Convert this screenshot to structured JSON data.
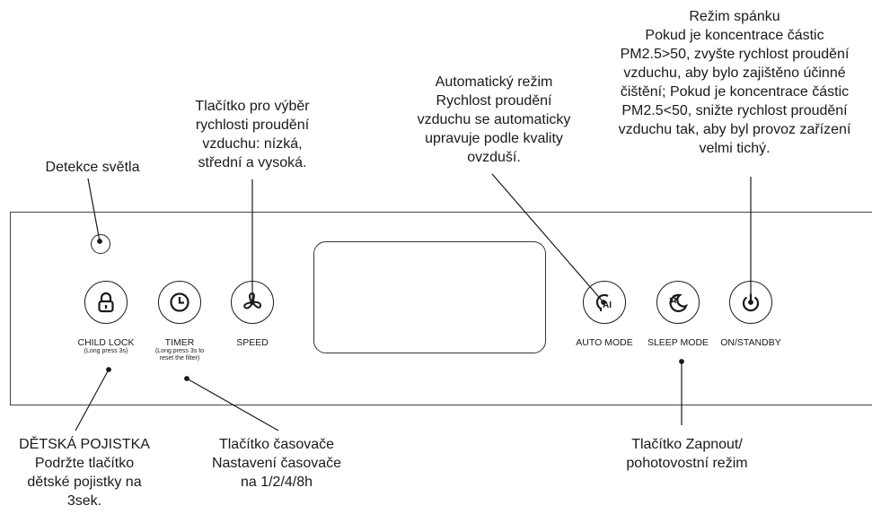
{
  "callouts": {
    "light_detection": [
      "Detekce světla"
    ],
    "speed": [
      "Tlačítko pro výběr",
      "rychlosti proudění",
      "vzduchu: nízká,",
      "střední a vysoká."
    ],
    "auto": [
      "Automatický režim",
      "Rychlost proudění",
      "vzduchu se automaticky",
      "upravuje podle kvality",
      "ovzduší."
    ],
    "sleep": [
      "Režim spánku",
      "Pokud je koncentrace částic",
      "PM2.5>50, zvyšte rychlost proudění",
      "vzduchu, aby bylo zajištěno účinné",
      "čištění;  Pokud je koncentrace částic",
      "PM2.5<50, snižte rychlost proudění",
      "vzduchu tak, aby byl provoz zařízení",
      "velmi tichý."
    ],
    "child_lock": [
      "DĚTSKÁ POJISTKA",
      "Podržte tlačítko",
      "dětské pojistky na",
      "3sek."
    ],
    "timer": [
      "Tlačítko časovače",
      "Nastavení časovače",
      "na 1/2/4/8h"
    ],
    "power": [
      "Tlačítko Zapnout/",
      "pohotovostní režim"
    ]
  },
  "buttons": {
    "child_lock": {
      "label": "CHILD LOCK",
      "sub": "(Long press 3s)",
      "icon": "lock-icon"
    },
    "timer": {
      "label": "TIMER",
      "sub1": "(Long press 3s to",
      "sub2": "reset the filter)",
      "icon": "clock-icon"
    },
    "speed": {
      "label": "SPEED",
      "icon": "fan-icon"
    },
    "auto_mode": {
      "label": "AUTO MODE",
      "icon": "ai-head-icon"
    },
    "sleep_mode": {
      "label": "SLEEP MODE",
      "icon": "moon-star-icon"
    },
    "on_standby": {
      "label": "ON/STANDBY",
      "icon": "power-icon"
    }
  }
}
